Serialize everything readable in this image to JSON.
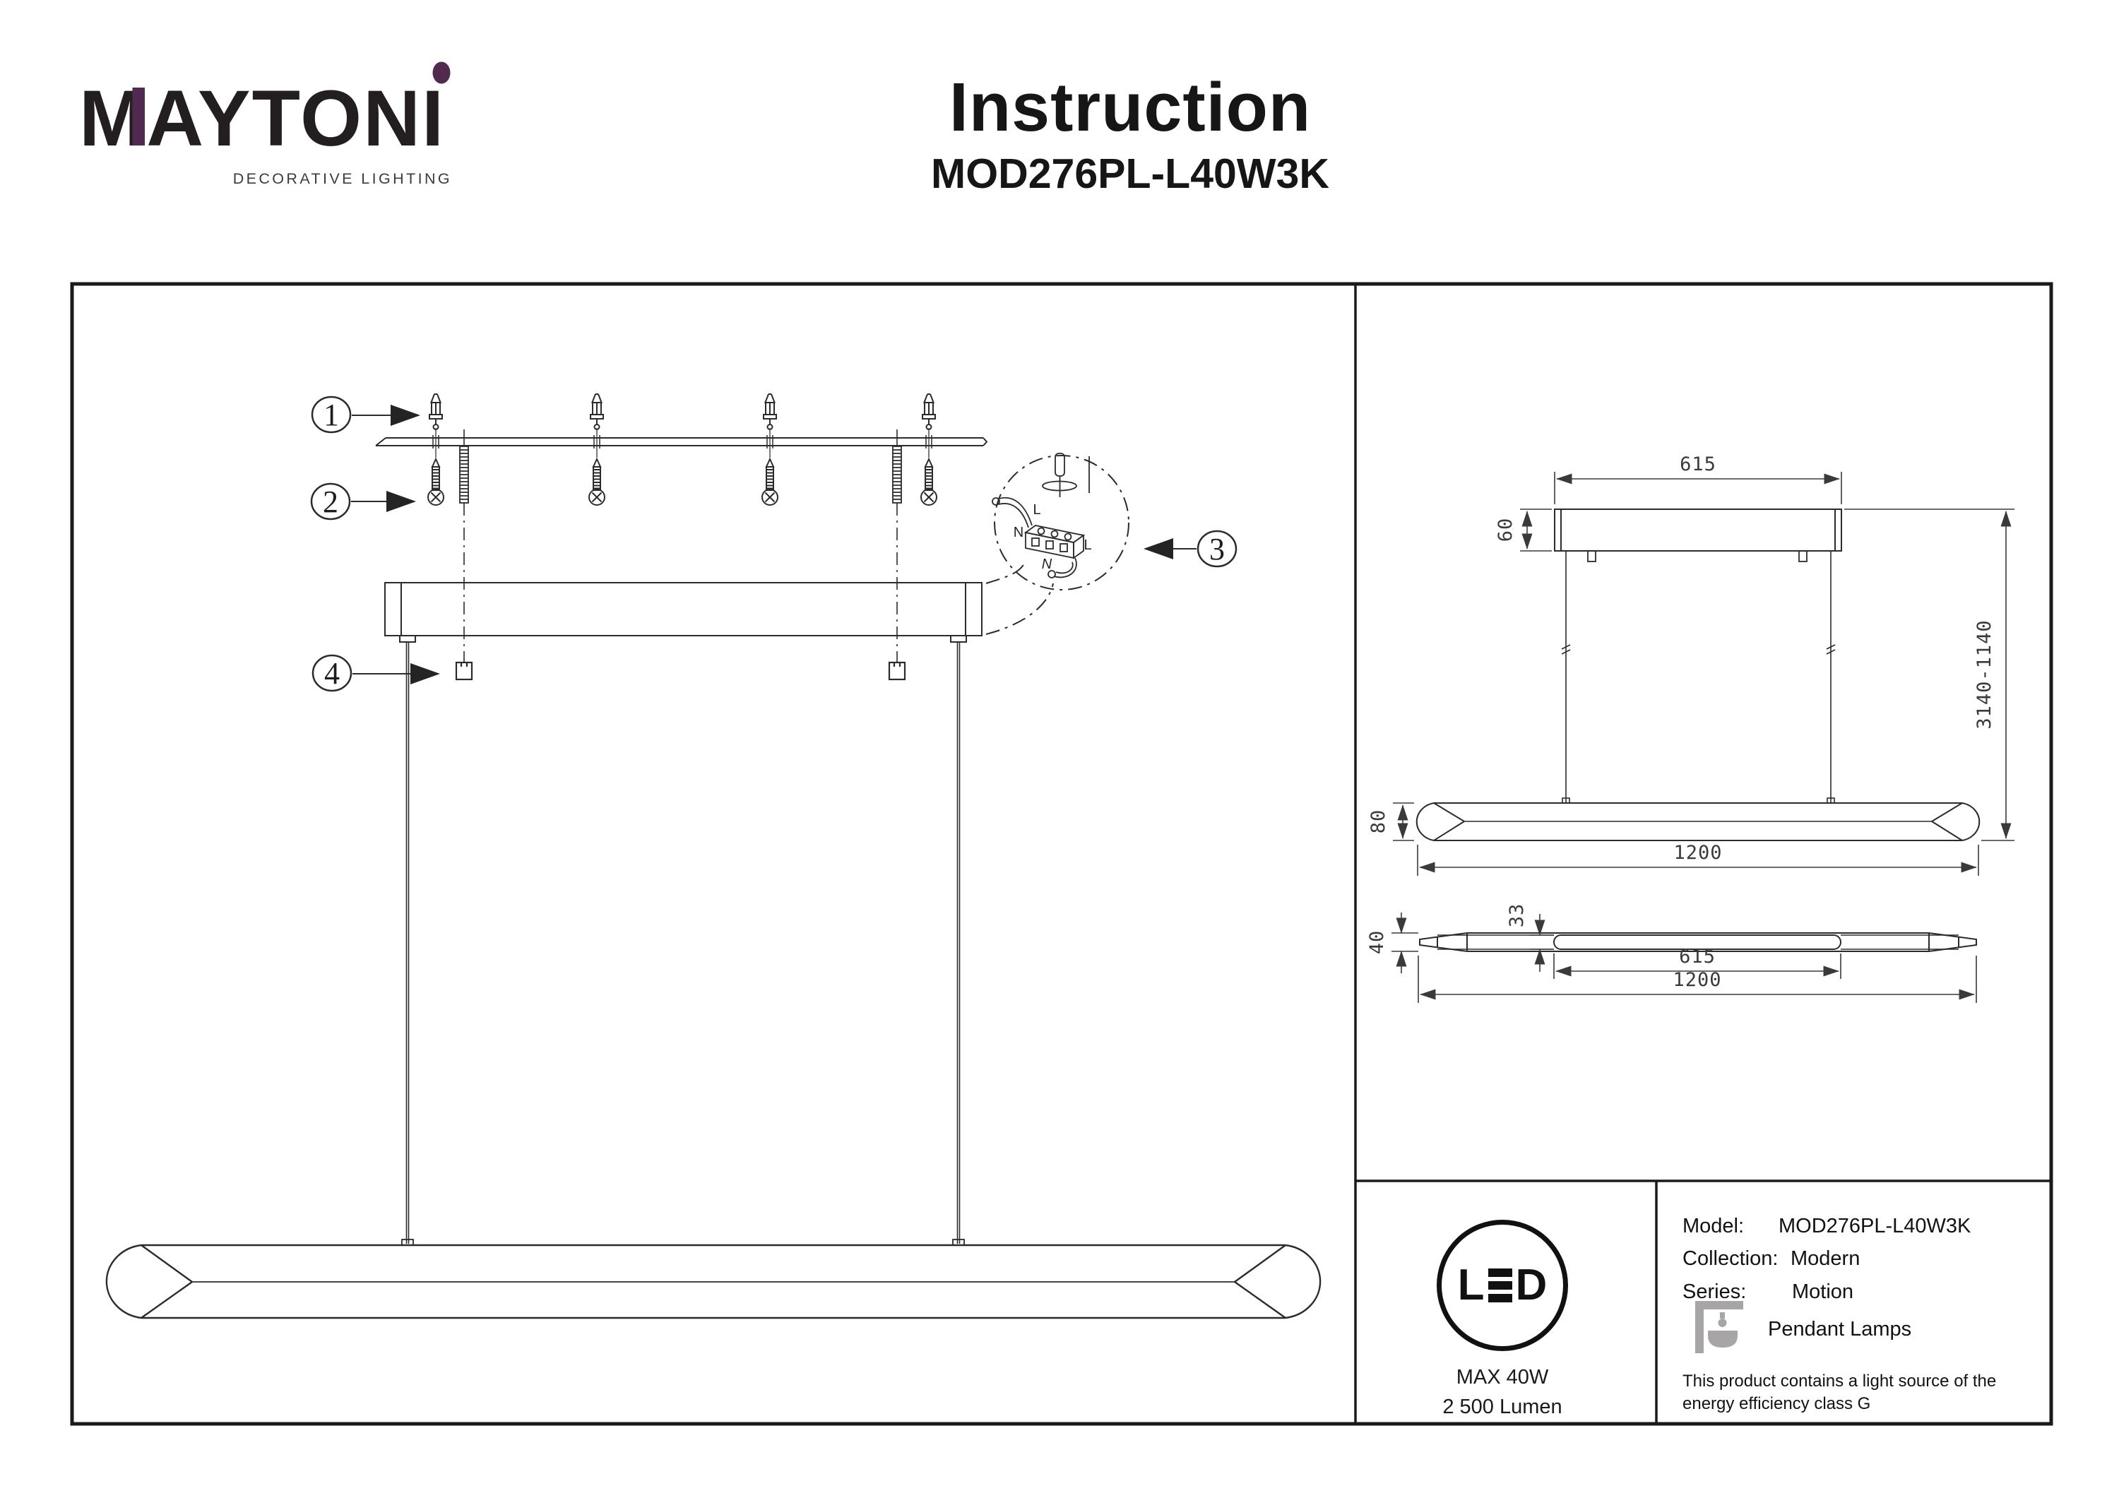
{
  "brand": {
    "name": "MAYTONI",
    "tagline": "DECORATIVE LIGHTING",
    "accent": "#512a50"
  },
  "header": {
    "title": "Instruction",
    "model": "MOD276PL-L40W3K"
  },
  "installation": {
    "step_1": "1",
    "step_2": "2",
    "step_3": "3",
    "step_4": "4",
    "wiring": {
      "live_in": "L",
      "neutral_in": "N",
      "live_out": "L",
      "neutral_out": "N"
    }
  },
  "dimensions": {
    "canopy_length": "615",
    "canopy_height": "60",
    "suspension_range": "3140-1140",
    "body_height": "80",
    "body_length_side": "1200",
    "inner_width": "33",
    "body_width": "40",
    "inner_length": "615",
    "body_length_top": "1200"
  },
  "specs": {
    "led_l": "L",
    "led_d": "D",
    "max_power": "MAX 40W",
    "luminous_flux": "2 500 Lumen"
  },
  "product": {
    "model_label": "Model:",
    "model_value": "MOD276PL-L40W3K",
    "collection_label": "Collection:",
    "collection_value": "Modern",
    "series_label": "Series:",
    "series_value": "Motion",
    "category": "Pendant Lamps",
    "note_line1": "This product contains a light source of the",
    "note_line2": "energy efficiency class G"
  }
}
